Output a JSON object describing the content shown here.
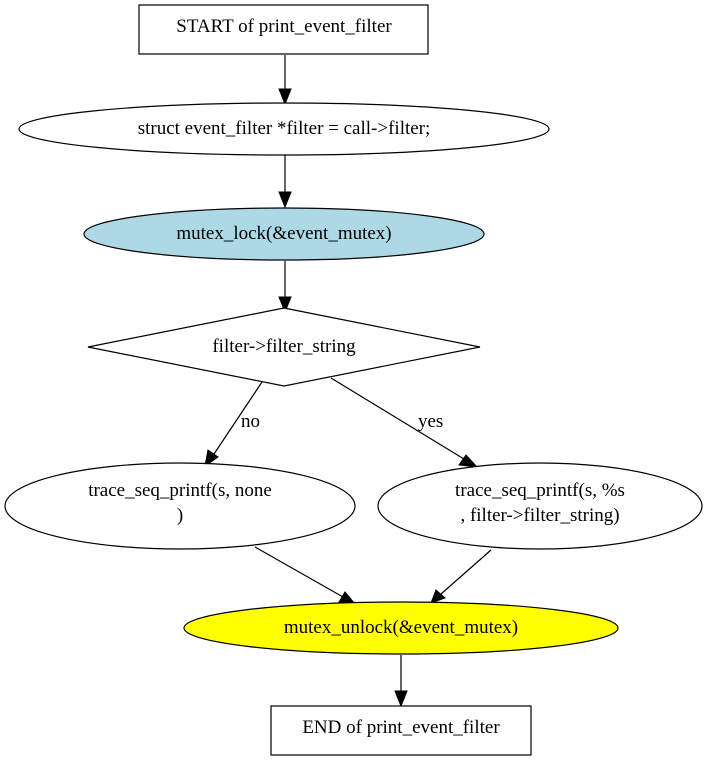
{
  "nodes": {
    "start": {
      "label": "START of print_event_filter"
    },
    "assign": {
      "label": "struct event_filter *filter = call->filter;"
    },
    "lock": {
      "label": "mutex_lock(&event_mutex)",
      "fill": "#add8e6"
    },
    "decision": {
      "label": "filter->filter_string"
    },
    "print_none": {
      "line1": "trace_seq_printf(s, none",
      "line2": ")"
    },
    "print_str": {
      "line1": "trace_seq_printf(s, %s",
      "line2": ", filter->filter_string)"
    },
    "unlock": {
      "label": "mutex_unlock(&event_mutex)",
      "fill": "#ffff00"
    },
    "end": {
      "label": "END of print_event_filter"
    }
  },
  "edges": {
    "no_label": "no",
    "yes_label": "yes"
  }
}
